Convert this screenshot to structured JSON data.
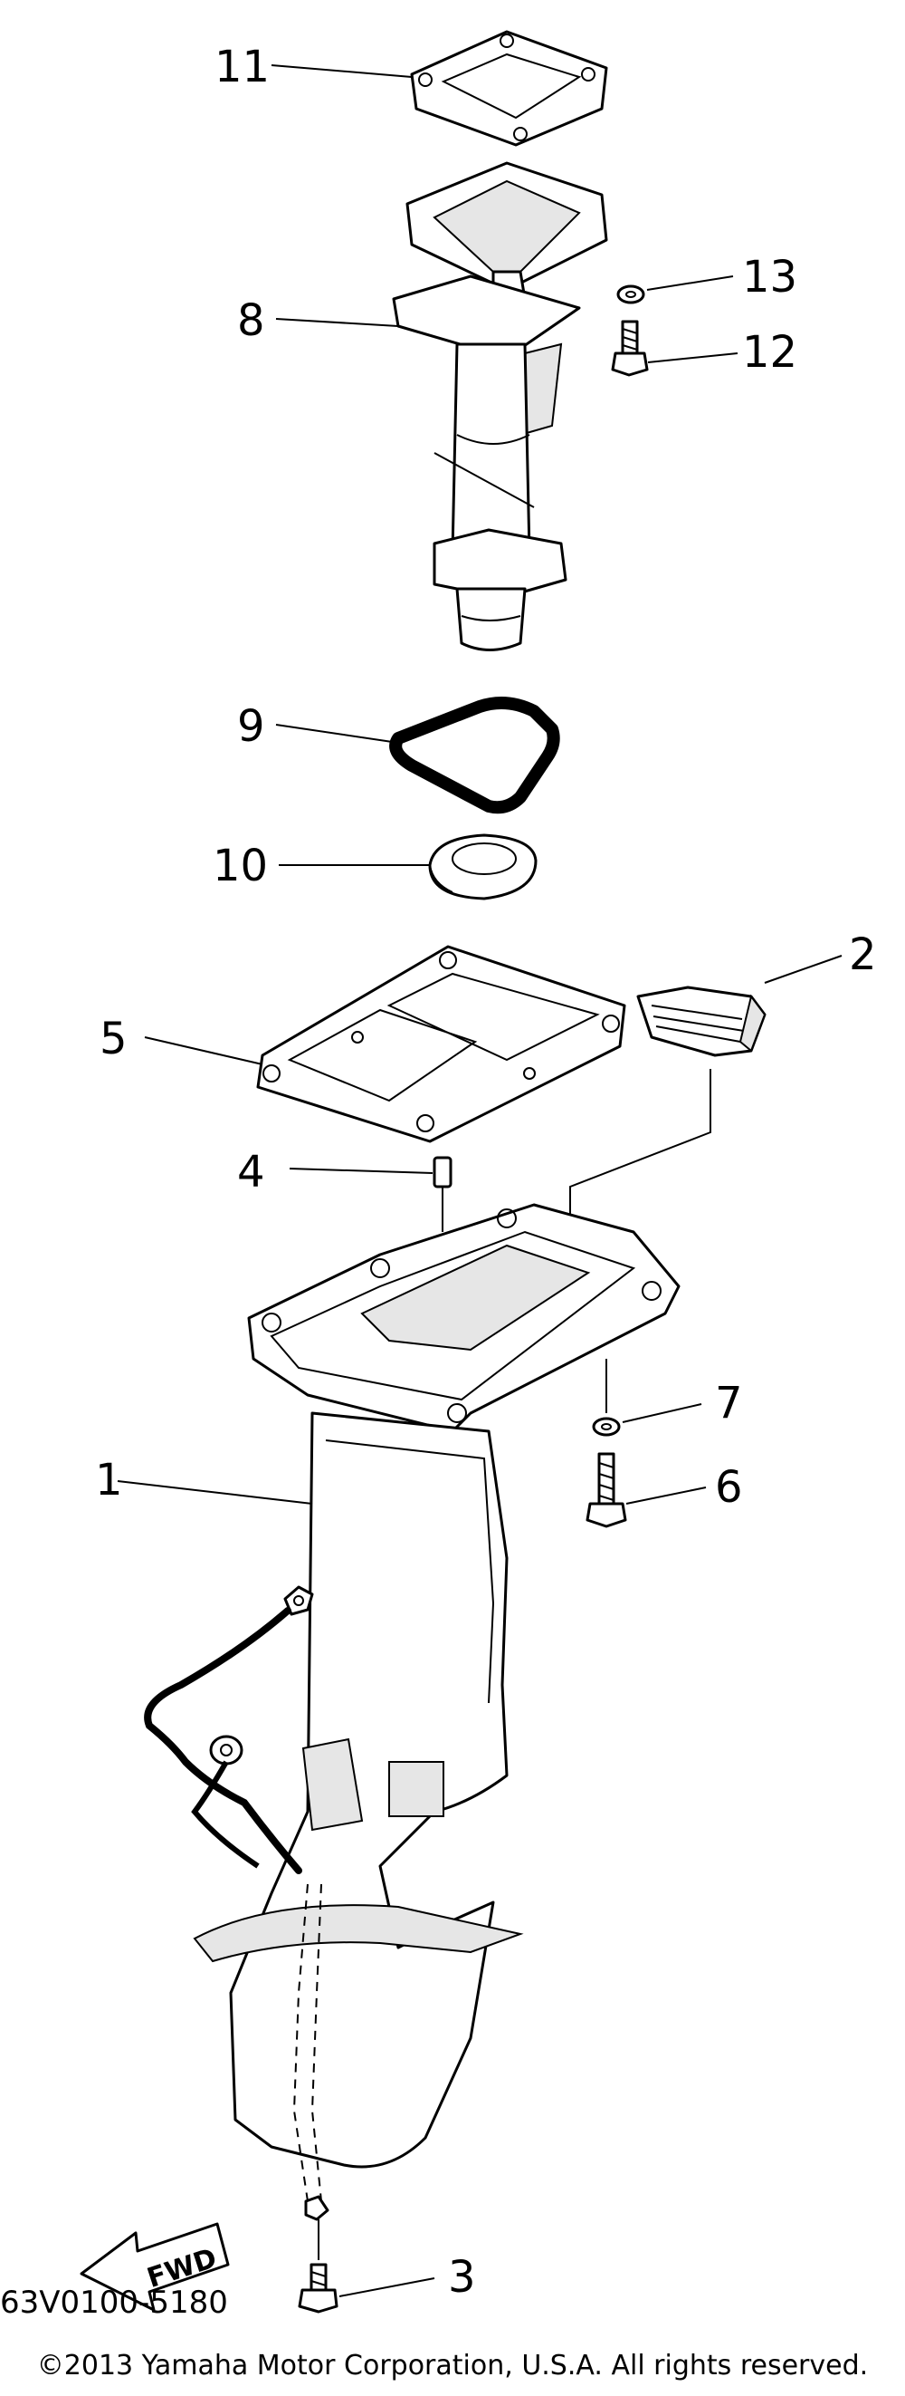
{
  "callouts": {
    "c1": "1",
    "c2": "2",
    "c3": "3",
    "c4": "4",
    "c5": "5",
    "c6": "6",
    "c7": "7",
    "c8": "8",
    "c9": "9",
    "c10": "10",
    "c11": "11",
    "c12": "12",
    "c13": "13"
  },
  "fwd_label": "FWD",
  "part_code": "63V0100-5180",
  "copyright": "©2013 Yamaha Motor Corporation, U.S.A. All rights reserved."
}
